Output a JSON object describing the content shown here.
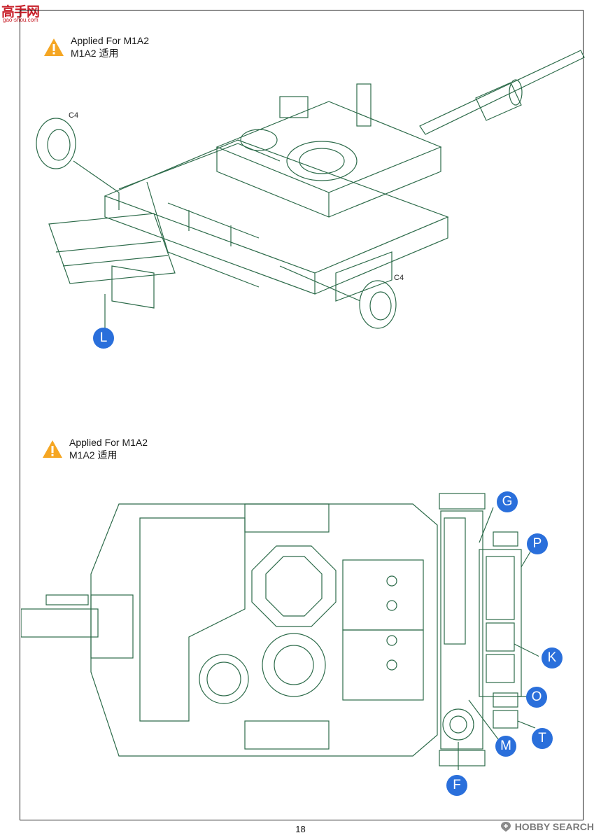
{
  "site_logo": {
    "glyphs": "高手网",
    "domain": "gao-shou.com"
  },
  "sections": [
    {
      "notice": {
        "line1": "Applied For M1A2",
        "line2": "M1A2 适用"
      },
      "labels": [
        {
          "text": "C4"
        },
        {
          "text": "C4"
        }
      ],
      "callouts": [
        "L"
      ]
    },
    {
      "notice": {
        "line1": "Applied For M1A2",
        "line2": "M1A2 适用"
      },
      "callouts": [
        "G",
        "P",
        "K",
        "O",
        "T",
        "M",
        "F"
      ]
    }
  ],
  "page_number": "18",
  "watermark": {
    "text": "HOBBY SEARCH"
  },
  "colors": {
    "line_art": "#2d6b4a",
    "callout_bg": "#2a6fdb",
    "warning": "#f5a623"
  }
}
